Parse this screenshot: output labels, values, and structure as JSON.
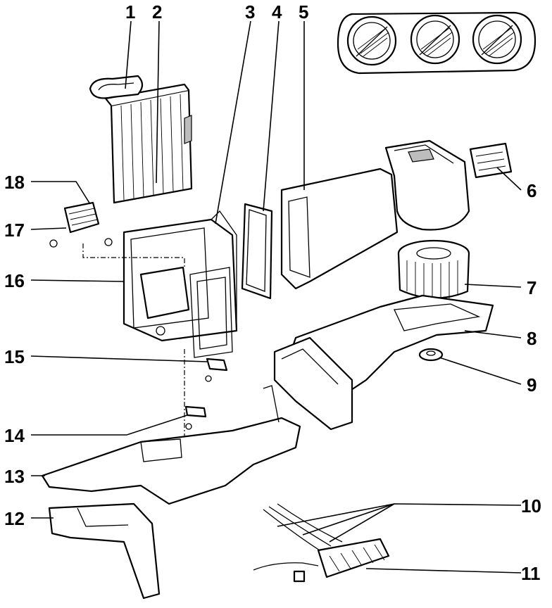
{
  "figure": {
    "labels": [
      "1",
      "2",
      "3",
      "4",
      "5",
      "6",
      "7",
      "8",
      "9",
      "10",
      "11",
      "12",
      "13",
      "14",
      "15",
      "16",
      "17",
      "18"
    ]
  },
  "parts": [
    {
      "id": "1",
      "icon": "evaporator-inlet-pipe"
    },
    {
      "id": "2",
      "icon": "heater-core"
    },
    {
      "id": "3",
      "icon": "heater-housing-half"
    },
    {
      "id": "4",
      "icon": "housing-gasket"
    },
    {
      "id": "5",
      "icon": "air-distribution-housing"
    },
    {
      "id": "6",
      "icon": "blower-resistor"
    },
    {
      "id": "7",
      "icon": "blower-motor-fan"
    },
    {
      "id": "8",
      "icon": "blower-housing-cover"
    },
    {
      "id": "9",
      "icon": "grommet"
    },
    {
      "id": "10",
      "icon": "control-cables"
    },
    {
      "id": "11",
      "icon": "control-panel-unit"
    },
    {
      "id": "12",
      "icon": "left-footwell-duct"
    },
    {
      "id": "13",
      "icon": "main-air-duct"
    },
    {
      "id": "14",
      "icon": "clip-and-screw"
    },
    {
      "id": "15",
      "icon": "clip-and-screw"
    },
    {
      "id": "16",
      "icon": "heater-box-housing"
    },
    {
      "id": "17",
      "icon": "mounting-screws"
    },
    {
      "id": "18",
      "icon": "flap-vent"
    }
  ],
  "colors": {
    "line": "#000000",
    "background": "#ffffff",
    "shade": "#bdbdbd"
  }
}
